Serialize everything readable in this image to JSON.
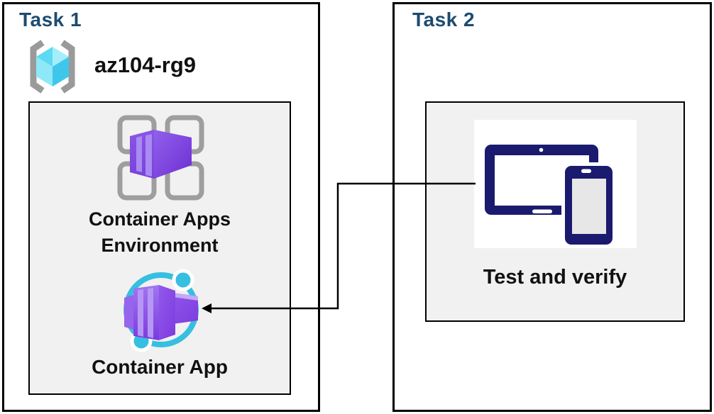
{
  "task1": {
    "title": "Task 1",
    "resource_group": {
      "name": "az104-rg9",
      "icon": "resource-group-icon"
    },
    "environment": {
      "label_line1": "Container Apps",
      "label_line2": "Environment",
      "icon": "container-apps-environment-icon"
    },
    "app": {
      "label": "Container App",
      "icon": "container-app-icon"
    }
  },
  "task2": {
    "title": "Task 2",
    "test": {
      "label": "Test and verify",
      "icon": "tablet-and-phone-icon"
    }
  },
  "connector": {
    "type": "elbow-arrow",
    "arrowhead_at": "container-app-icon",
    "from": "tablet-and-phone-icon"
  },
  "colors": {
    "title_blue": "#1D4B70",
    "panel_fill": "#F1F1F1",
    "panel_border": "#000000",
    "device_navy": "#1A1A6E",
    "container_purple": "#8347E4",
    "container_purple_light": "#A98BF2",
    "ring_cyan": "#36BFE0",
    "cube_cyan": "#5CD9F3",
    "bracket_gray": "#9A9A9A",
    "grid_gray": "#9E9E9E",
    "label_black": "#111111",
    "connector_black": "#000000"
  }
}
